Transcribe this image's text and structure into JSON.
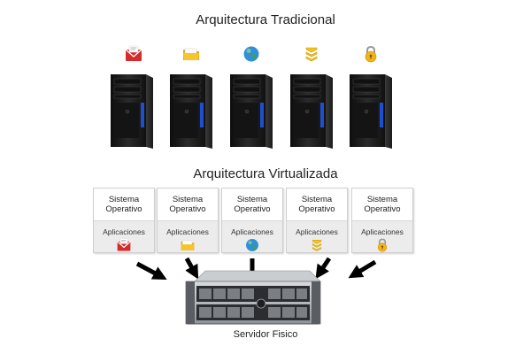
{
  "diagram": {
    "title_traditional": "Arquitectura Tradicional",
    "title_virtualized": "Arquitectura Virtualizada",
    "server_label": "Servidor Fisico",
    "icons": [
      "mail-icon",
      "folder-icon",
      "globe-icon",
      "database-icon",
      "lock-icon"
    ],
    "vm_boxes": [
      {
        "os": "Sistema Operativo",
        "apps": "Aplicaciones",
        "icon": "mail-icon"
      },
      {
        "os": "Sistema Operativo",
        "apps": "Aplicaciones",
        "icon": "folder-icon"
      },
      {
        "os": "Sistema Operativo",
        "apps": "Aplicaciones",
        "icon": "globe-icon"
      },
      {
        "os": "Sistema Operativo",
        "apps": "Aplicaciones",
        "icon": "database-icon"
      },
      {
        "os": "Sistema Operativo",
        "apps": "Aplicaciones",
        "icon": "lock-icon"
      }
    ],
    "colors": {
      "mail": "#d62b2b",
      "folder": "#f2b51c",
      "globe": "#2f8fd8",
      "database": "#f3c21c",
      "lock": "#f0b418",
      "tower_body": "#1c1c1c",
      "tower_accent": "#1f4fd1",
      "server": "#b9bdc2"
    }
  }
}
